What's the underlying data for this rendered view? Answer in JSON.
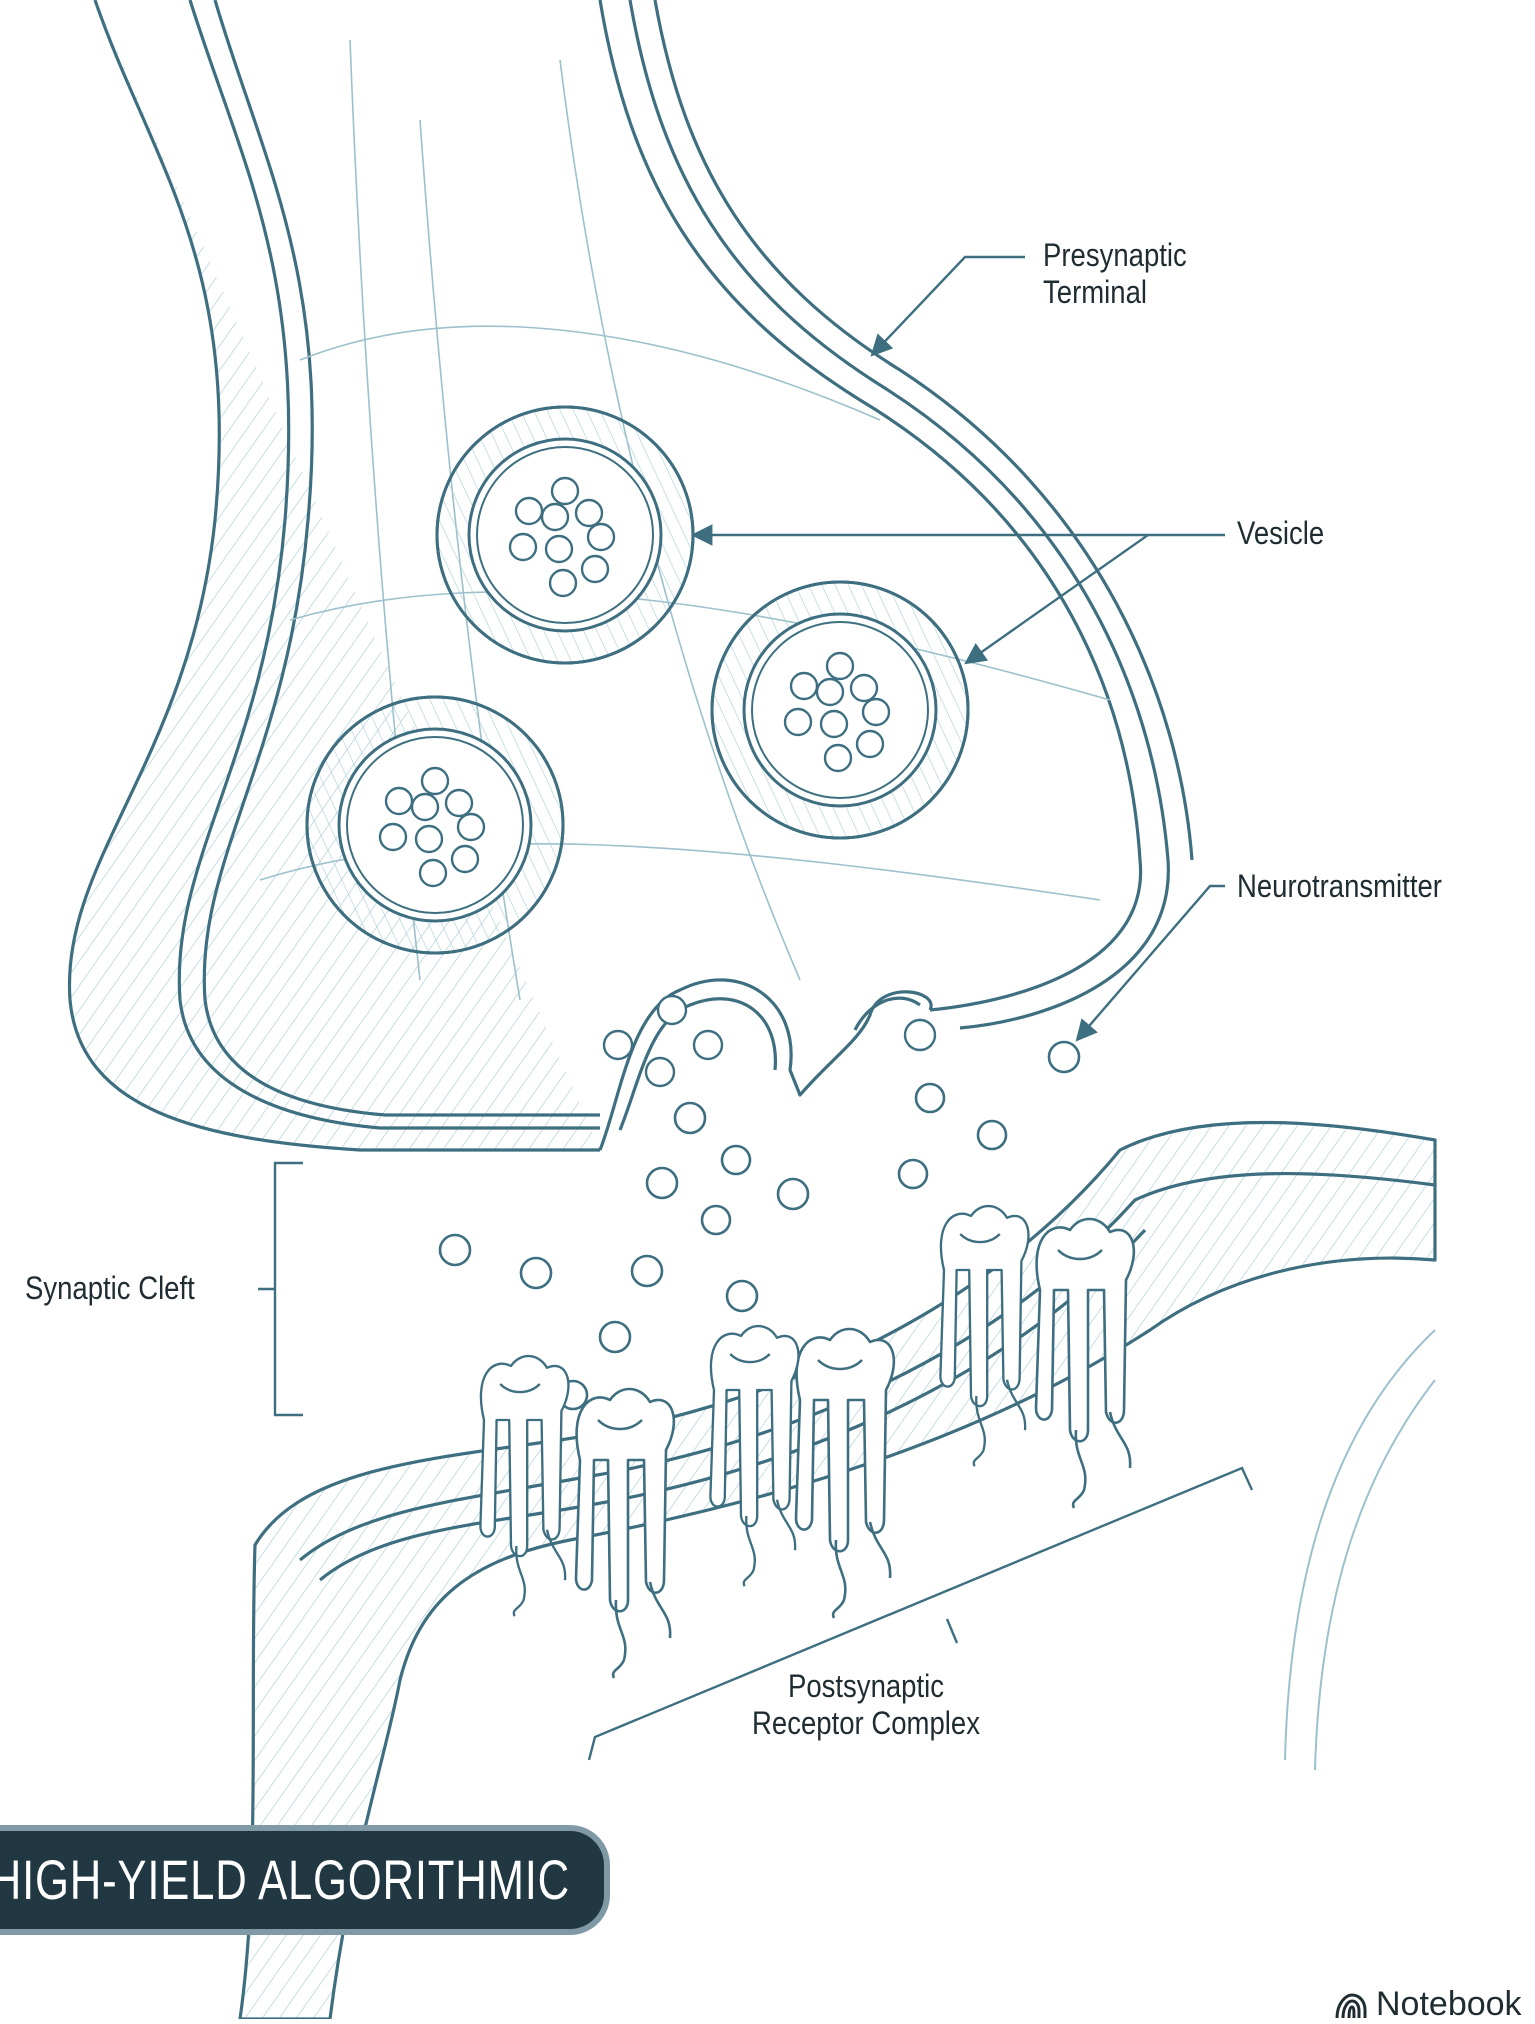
{
  "labels": {
    "presynaptic": [
      "Presynaptic",
      "Terminal"
    ],
    "vesicle": "Vesicle",
    "neurotransmitter": "Neurotransmitter",
    "synaptic_cleft": "Synaptic Cleft",
    "postsynaptic": [
      "Postsynaptic",
      "Receptor Complex"
    ]
  },
  "banner": {
    "text": "T: HIGH-YIELD ALGORITHMIC"
  },
  "brand": {
    "text": "Notebook",
    "icon": "notebooklm-logo-icon"
  },
  "colors": {
    "line": "#3e6f80",
    "hatch": "#9cc1cc",
    "banner_bg": "#213742",
    "banner_border": "#7f9aa6",
    "text": "#1f2d33"
  }
}
